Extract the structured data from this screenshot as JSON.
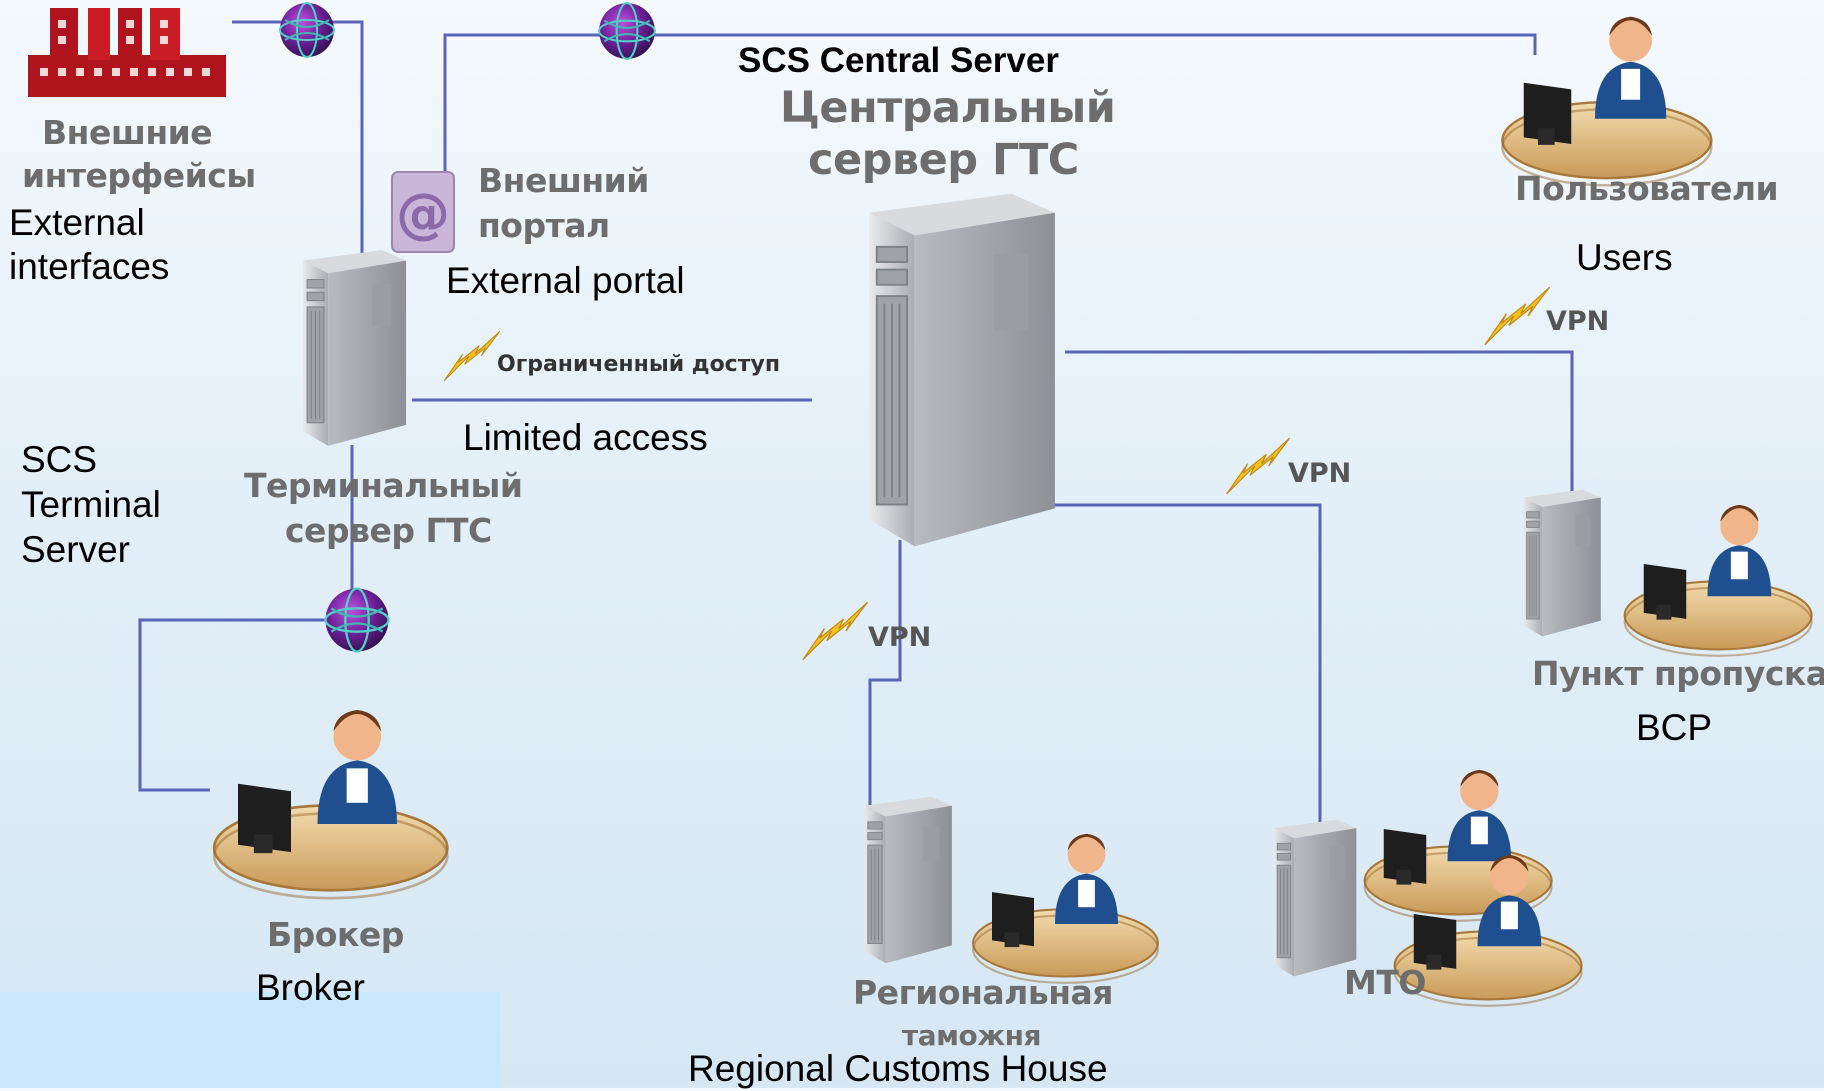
{
  "central_server": {
    "title_en": "SCS Central Server",
    "title_ru_1": "Центральный",
    "title_ru_2": "сервер ГТС"
  },
  "external_interfaces": {
    "ru_1": "Внешние",
    "ru_2": "интерфейсы",
    "en_1": "External",
    "en_2": "interfaces"
  },
  "external_portal": {
    "ru_1": "Внешний",
    "ru_2": "портал",
    "en": "External portal"
  },
  "users": {
    "ru": "Пользователи",
    "en": "Users"
  },
  "terminal_server": {
    "ru_1": "Терминальный",
    "ru_2": "сервер ГТС",
    "en_1": "SCS",
    "en_2": "Terminal",
    "en_3": "Server"
  },
  "limited_access": {
    "ru": "Ограниченный доступ",
    "en": "Limited access"
  },
  "vpn_label": "VPN",
  "bcp": {
    "ru": "Пункт пропуска",
    "en": "BCP"
  },
  "broker": {
    "ru": "Брокер",
    "en": "Broker"
  },
  "regional_customs": {
    "ru_1": "Региональная",
    "ru_2": "таможня",
    "en": "Regional Customs House"
  },
  "mto": {
    "ru": "МТО"
  },
  "colors": {
    "line": "#5a63b8",
    "bolt": "#f0c020",
    "globe": "#7a2aa0",
    "building": "#b0141c"
  }
}
